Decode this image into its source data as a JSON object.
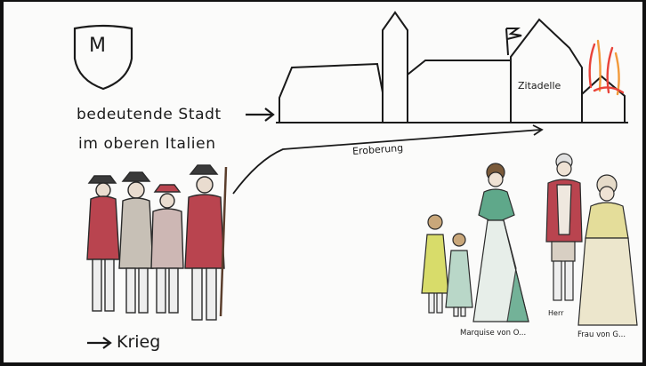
{
  "slide": {
    "shield_letter": "M",
    "text_line_1": "bedeutende Stadt",
    "text_line_2": "im oberen Italien",
    "label_citadel": "Zitadelle",
    "label_conquest": "Eroberung",
    "label_war": "Krieg",
    "caption_marquise": "Marquise von O...",
    "caption_herr": "Herr",
    "caption_frau": "Frau von G..."
  },
  "colors": {
    "background": "#fbfbfa",
    "ink": "#1a1a1a",
    "fire_red": "#e8433a",
    "fire_orange": "#f29a3a",
    "uniform_red": "#b9444f",
    "dress_green": "#5fa88a",
    "dress_yellow": "#d8dc6a"
  }
}
